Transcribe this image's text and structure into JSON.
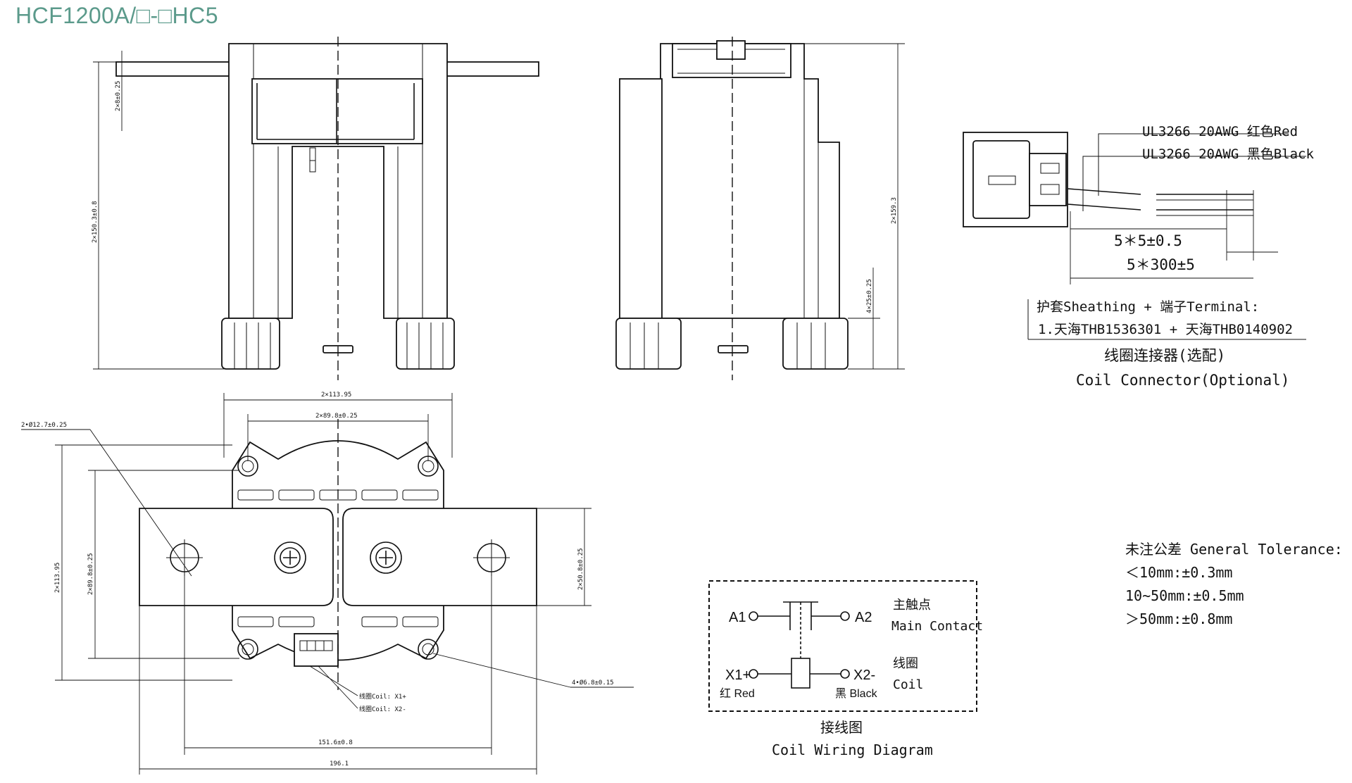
{
  "title": "HCF1200A/□-□HC5",
  "front_view": {
    "dim_terminal_thickness": "2×8±0.25",
    "dim_height": "2×150.3±0.8"
  },
  "side_view": {
    "dim_height": "2×159.3",
    "dim_foot": "4×25±0.25"
  },
  "connector": {
    "wire_red": "UL3266 20AWG 红色Red",
    "wire_black": "UL3266 20AWG 黑色Black",
    "dim_strip": "5＊5±0.5",
    "dim_length": "5＊300±5",
    "parts_label": "护套Sheathing + 端子Terminal:",
    "parts_value": "1.天海THB1536301 + 天海THB0140902",
    "caption_cn": "线圈连接器(选配)",
    "caption_en": "Coil Connector(Optional)"
  },
  "bottom_view": {
    "dim_outer_span": "2×113.95",
    "dim_hole_span": "2×89.8±0.25",
    "dim_hole_dia": "2•Ø12.7±0.25",
    "dim_left_outer": "2×113.95",
    "dim_left_inner": "2×89.8±0.25",
    "dim_bus_width": "2×50.8±0.25",
    "dim_mount_hole": "4•Ø6.8±0.15",
    "coil_pin_1": "线圈Coil: X1+",
    "coil_pin_2": "线圈Coil: X2-",
    "dim_bolt_span": "151.6±0.8",
    "dim_total_length": "196.1"
  },
  "wiring": {
    "a1": "A1",
    "a2": "A2",
    "main_contact_cn": "主触点",
    "main_contact_en": "Main Contact",
    "x1": "X1+",
    "x2": "X2-",
    "x1_color": "红 Red",
    "x2_color": "黑 Black",
    "coil_cn": "线圈",
    "coil_en": "Coil",
    "caption_cn": "接线图",
    "caption_en": "Coil Wiring Diagram"
  },
  "tolerance": {
    "heading": "未注公差 General Tolerance:",
    "row1": "＜10mm:±0.3mm",
    "row2": "10~50mm:±0.5mm",
    "row3": "＞50mm:±0.8mm"
  },
  "colors": {
    "title": "#5b9a8b",
    "line": "#111111"
  }
}
